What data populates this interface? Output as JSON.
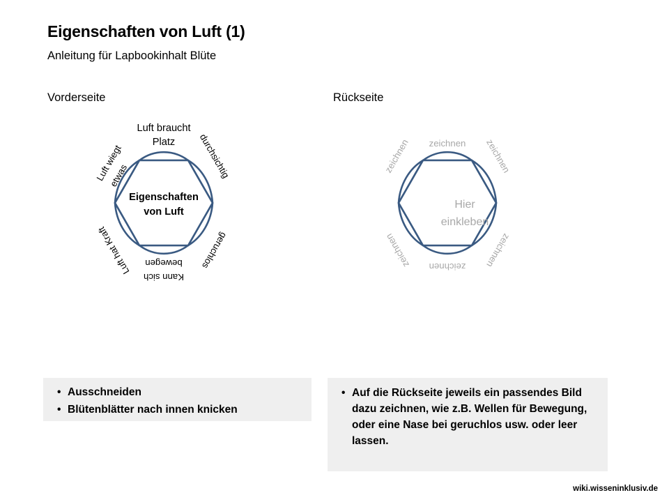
{
  "header": {
    "title": "Eigenschaften von Luft (1)",
    "subtitle": "Anleitung für Lapbookinhalt Blüte"
  },
  "sections": {
    "front_heading": "Vorderseite",
    "back_heading": "Rückseite"
  },
  "front_flower": {
    "center_line1": "Eigenschaften",
    "center_line2": "von Luft",
    "petals": [
      {
        "label_line1": "Luft braucht",
        "label_line2": "Platz",
        "position": "top"
      },
      {
        "label_line1": "durchsichtig",
        "label_line2": "",
        "position": "upper-right"
      },
      {
        "label_line1": "geruchlos",
        "label_line2": "",
        "position": "lower-right"
      },
      {
        "label_line1": "Kann sich",
        "label_line2": "bewegen",
        "position": "bottom"
      },
      {
        "label_line1": "Luft hat Kraft",
        "label_line2": "",
        "position": "lower-left"
      },
      {
        "label_line1": "Luft wiegt",
        "label_line2": "etwas",
        "position": "upper-left"
      }
    ]
  },
  "back_flower": {
    "center_line1": "Hier",
    "center_line2": "einkleben",
    "petals": [
      {
        "label_line1": "zeichnen",
        "position": "top"
      },
      {
        "label_line1": "zeichnen",
        "position": "upper-right"
      },
      {
        "label_line1": "zeichnen",
        "position": "lower-right"
      },
      {
        "label_line1": "zeichnen",
        "position": "bottom"
      },
      {
        "label_line1": "zeichnen",
        "position": "lower-left"
      },
      {
        "label_line1": "zeichnen",
        "position": "upper-left"
      }
    ]
  },
  "notes": {
    "front": {
      "bullet_glyph": "•",
      "items": [
        "Ausschneiden",
        "Blütenblätter nach innen knicken"
      ]
    },
    "back": {
      "bullet_glyph": "•",
      "items": [
        "Auf die Rückseite jeweils ein passendes Bild dazu zeichnen, wie z.B. Wellen für Bewegung, oder eine Nase bei geruchlos usw. oder leer lassen."
      ]
    }
  },
  "footer": {
    "credit": "wiki.wisseninklusiv.de"
  },
  "colors": {
    "stroke": "#3a5a82",
    "note_background": "#efefef",
    "muted_text": "#a8a8a8",
    "text": "#000000"
  }
}
